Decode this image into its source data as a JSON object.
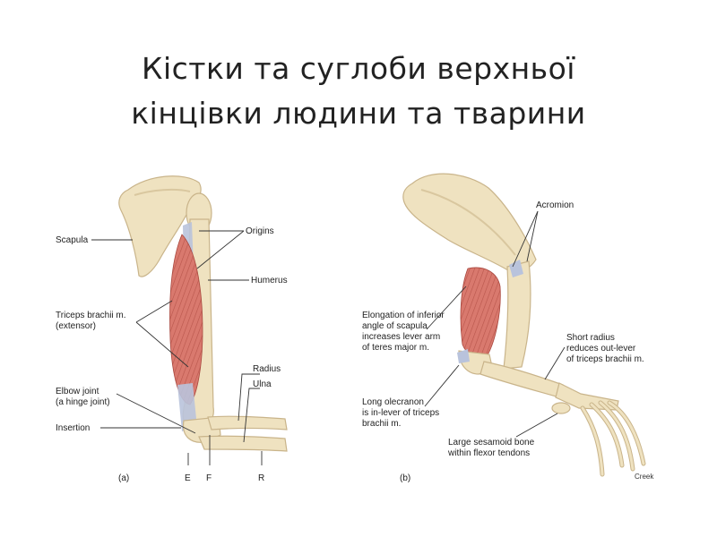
{
  "title": {
    "line1": "Кістки та суглоби верхньої",
    "line2": "кінцівки людини та тварини"
  },
  "panel_a": {
    "tag": "(a)",
    "labels": {
      "scapula": "Scapula",
      "origins": "Origins",
      "humerus": "Humerus",
      "triceps_1": "Triceps brachii m.",
      "triceps_2": "(extensor)",
      "radius": "Radius",
      "ulna": "Ulna",
      "elbow_1": "Elbow joint",
      "elbow_2": "(a hinge joint)",
      "insertion": "Insertion",
      "e": "E",
      "f": "F",
      "r": "R"
    }
  },
  "panel_b": {
    "tag": "(b)",
    "labels": {
      "acromion": "Acromion",
      "elong_1": "Elongation of inferior",
      "elong_2": "angle of scapula",
      "elong_3": "increases lever arm",
      "elong_4": "of teres major m.",
      "short_1": "Short radius",
      "short_2": "reduces out-lever",
      "short_3": "of triceps brachii m.",
      "olec_1": "Long olecranon",
      "olec_2": "is in-lever of triceps",
      "olec_3": "brachii m.",
      "sesa_1": "Large sesamoid bone",
      "sesa_2": "within flexor tendons",
      "credit": "Creek"
    }
  },
  "colors": {
    "bone": "#efe2c0",
    "bone_outline": "#c9b48a",
    "muscle": "#d9796e",
    "tendon": "#b9c3dc"
  }
}
